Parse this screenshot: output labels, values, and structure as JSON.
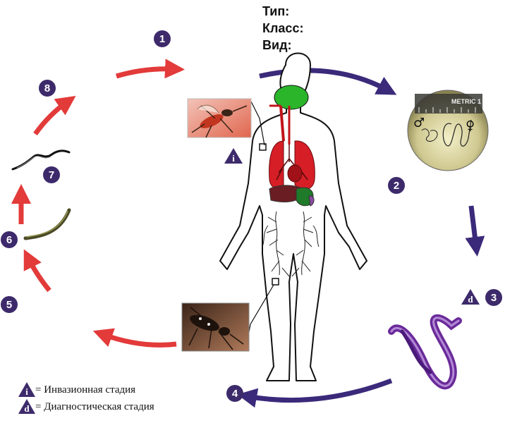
{
  "header": {
    "type_label": "Тип:",
    "class_label": "Класс:",
    "species_label": "Вид:"
  },
  "steps": [
    "1",
    "2",
    "3",
    "4",
    "5",
    "6",
    "7",
    "8"
  ],
  "badges": {
    "infective": "i",
    "diagnostic": "d"
  },
  "legend": {
    "infective_text": "= Инвазионная стадия",
    "diagnostic_text": "= Диагностическая стадия"
  },
  "microscope": {
    "scale_text": "METRIC 1",
    "male_symbol": "♂",
    "female_symbol": "♀"
  },
  "colors": {
    "step_circle": "#3d2a6b",
    "human_arrow": "#3b2a7a",
    "mosquito_arrow": "#e33a3a"
  }
}
